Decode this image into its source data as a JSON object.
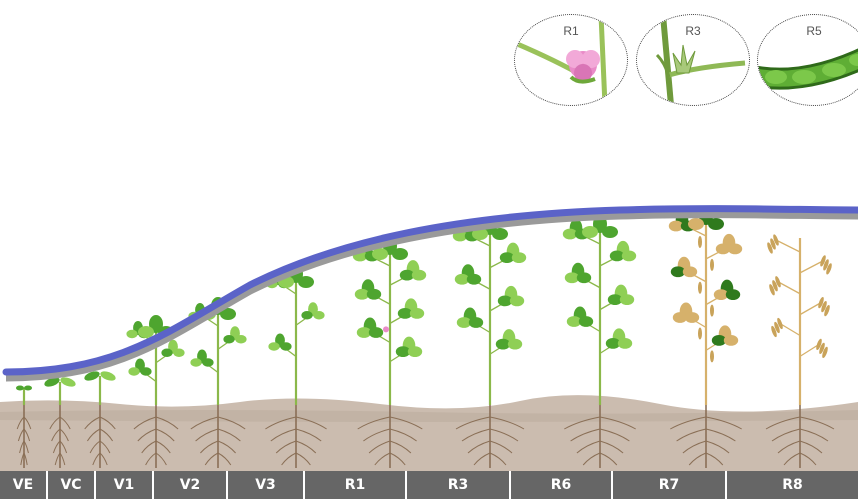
{
  "colors": {
    "curve": "#5b63c8",
    "curve_shadow": "#9a9a9a",
    "soil": "#cbbcaf",
    "soil_dark": "#bdae9f",
    "root": "#8a6f56",
    "stem": "#8bb84a",
    "leaf": "#4ea52f",
    "leaf_light": "#8fcf55",
    "leaf_dark": "#2f7a1d",
    "senescent": "#d6b16b",
    "pod_dry": "#c9a35a",
    "flower": "#e98bc8",
    "stage_bg": "#666666",
    "stage_text": "#ffffff"
  },
  "insets": [
    {
      "label": "R1",
      "depicts": "flower"
    },
    {
      "label": "R3",
      "depicts": "young-pod"
    },
    {
      "label": "R5",
      "depicts": "seed-pod"
    }
  ],
  "stages": [
    {
      "label": "VE"
    },
    {
      "label": "VC"
    },
    {
      "label": "V1"
    },
    {
      "label": "V2"
    },
    {
      "label": "V3"
    },
    {
      "label": "R1"
    },
    {
      "label": "R3"
    },
    {
      "label": "R6"
    },
    {
      "label": "R7"
    },
    {
      "label": "R8"
    }
  ]
}
